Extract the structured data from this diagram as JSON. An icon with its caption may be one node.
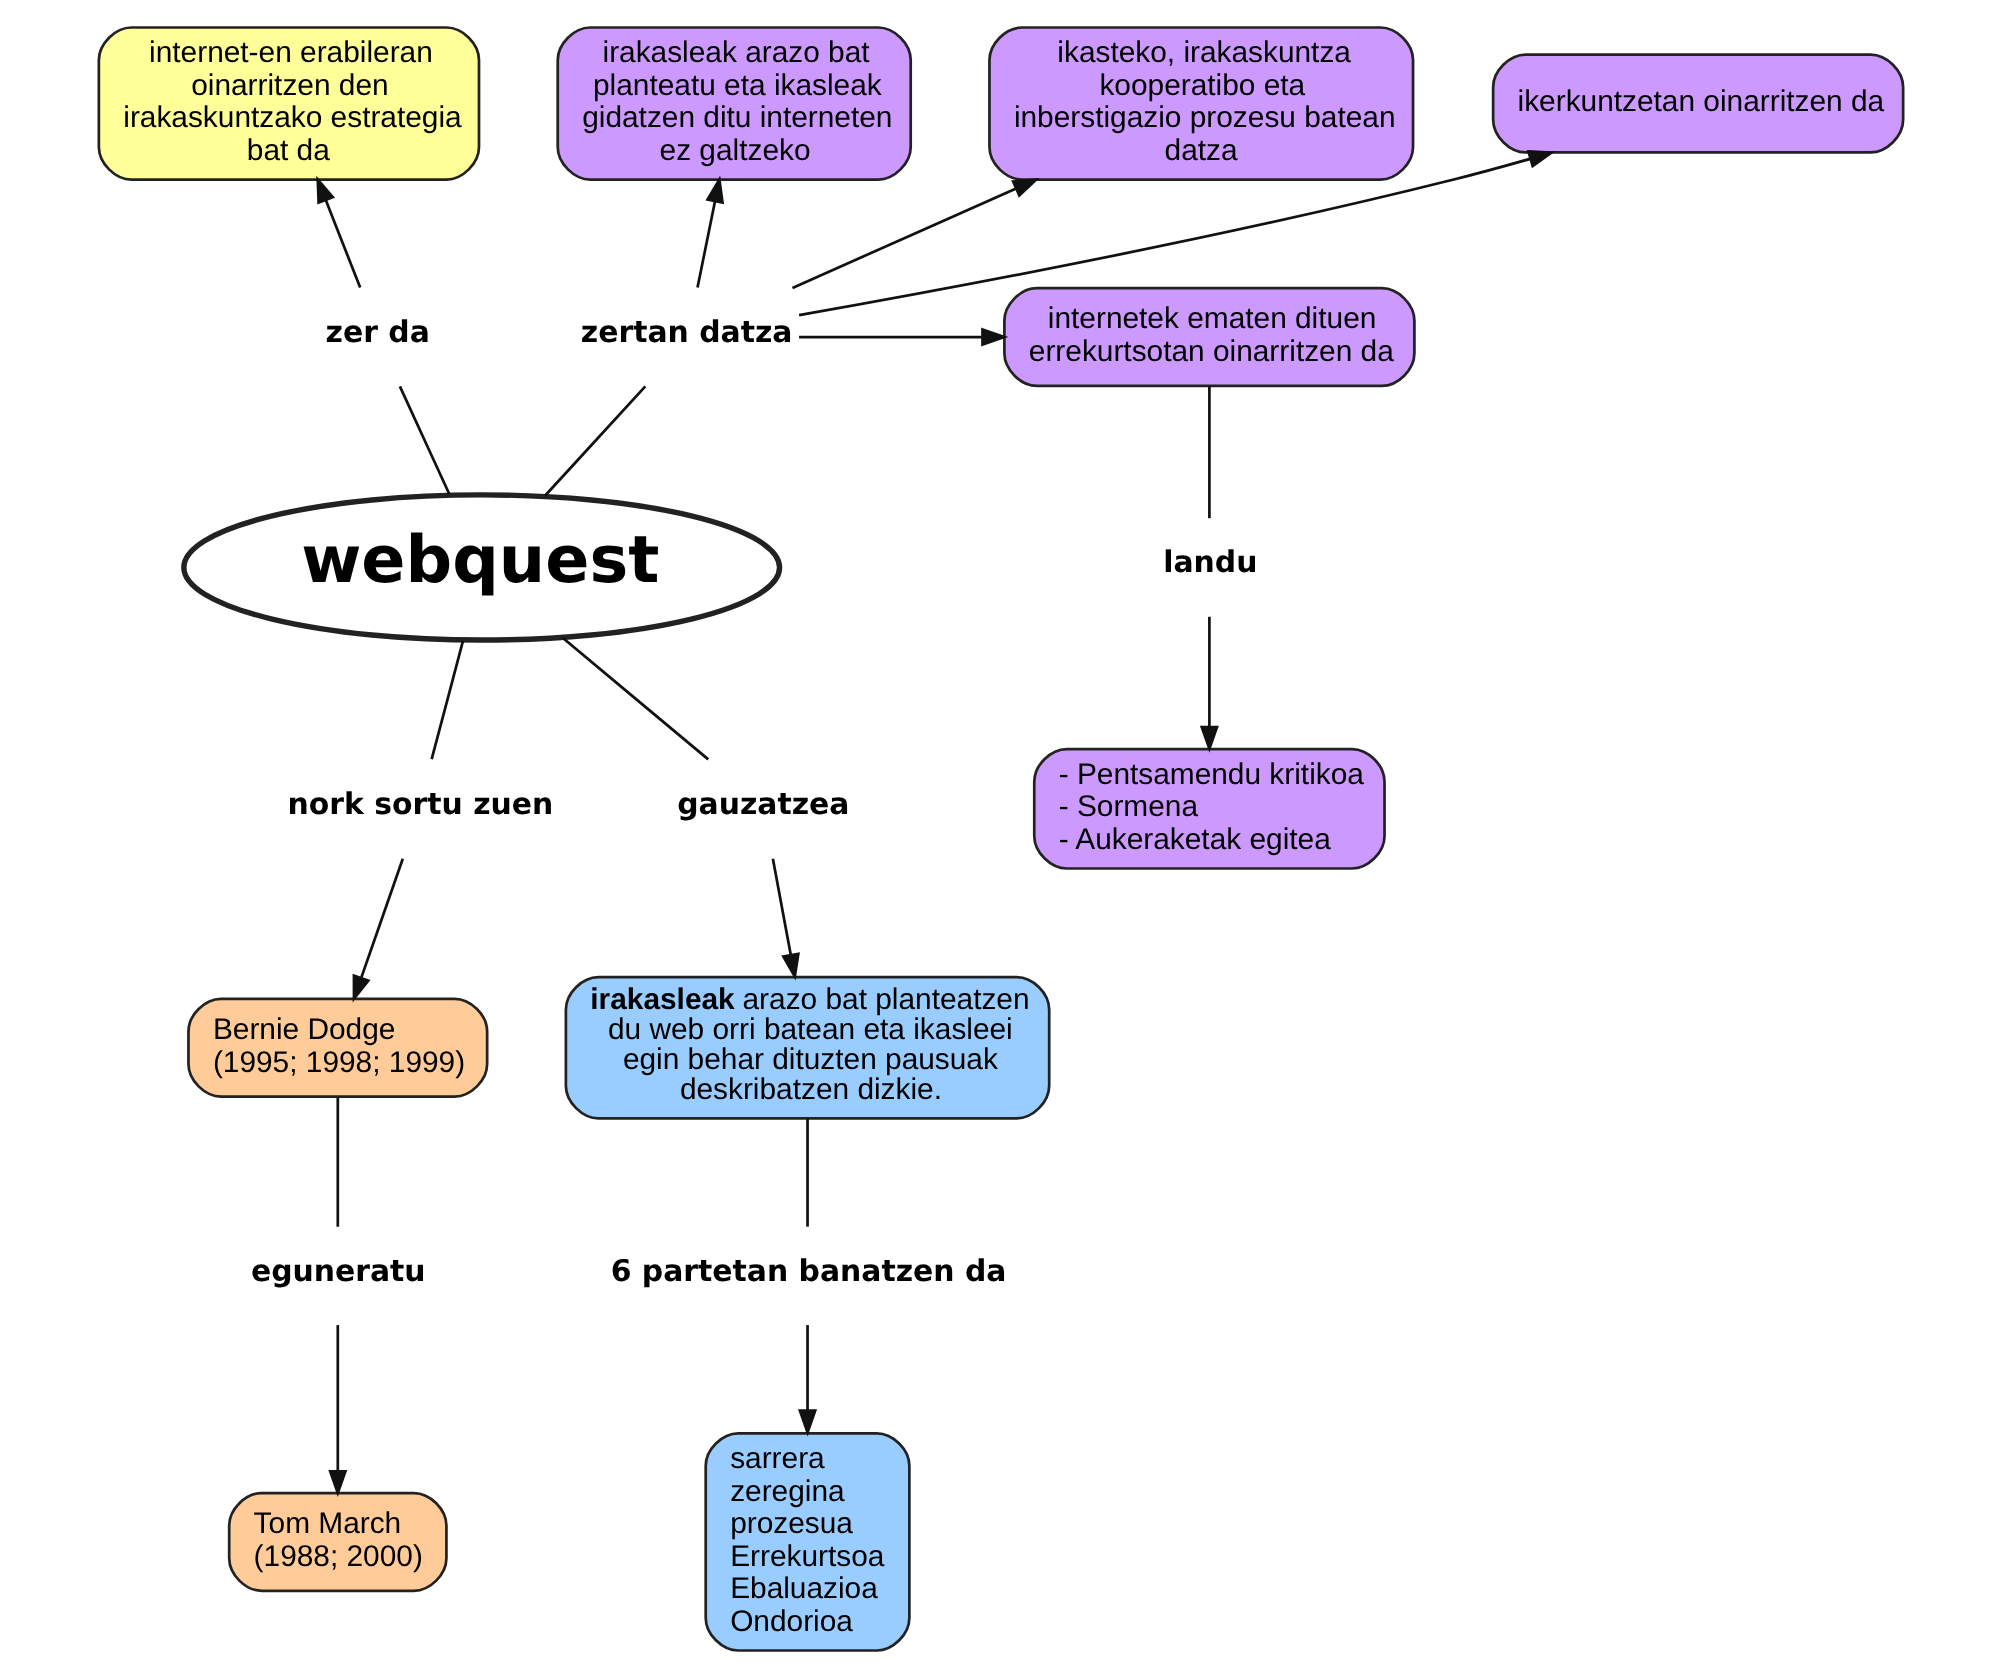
{
  "diagram": {
    "nodes": [
      {
        "text": [
          "internet-en erabileran oinarritzen den irakaskuntzako estrategia bat da"
        ]
      },
      {
        "text": [
          "irakasleak arazo bat planteatu eta ikasleak gidatzen ditu interneten ez galtzeko"
        ]
      },
      {
        "text": [
          "ikasteko, irakaskuntza kooperatibo eta inberstigazio prozesu batean datza"
        ]
      },
      {
        "text": [
          "ikerkuntzetan oinarritzen da"
        ]
      },
      {
        "text": [
          "zer da"
        ]
      },
      {
        "text": [
          "zertan datza"
        ]
      },
      {
        "text": [
          "internetek ematen dituen errekurtsotan oinarritzen da"
        ]
      },
      {
        "text": [
          "landu"
        ]
      },
      {
        "text": [
          "webquest"
        ]
      },
      {
        "text": [
          "nork sortu zuen"
        ]
      },
      {
        "text": [
          "Bernie Dodge",
          "(1995; 1998; 1999)"
        ]
      },
      {
        "text": [
          "- Pentsamendu kritikoa",
          "- Sormena",
          "- Aukeraketak egitea"
        ]
      },
      {
        "text": [
          "eguneratu"
        ]
      },
      {
        "text": [
          "gauzatzea"
        ]
      },
      {
        "text": [
          "Tom March",
          "(1988; 2000)"
        ]
      },
      {
        "text": [
          "**irakasleak** arazo bat planteatzen du web orri batean eta ikasleei egin behar dituzten pausuak deskribatzen dizkie."
        ]
      },
      {
        "text": [
          "6 partetan banatzen da"
        ]
      },
      {
        "text": [
          "sarrera",
          "zeregina",
          "prozesua",
          "Errekurtsoa",
          "Ebaluazioa",
          "Ondorioa"
        ]
      }
    ],
    "edges": [
      {
        "from": 8,
        "to": 4,
        "arrow": "none"
      },
      {
        "from": 4,
        "to": 0,
        "arrow": "to"
      },
      {
        "from": 8,
        "to": 5,
        "arrow": "none"
      },
      {
        "from": 5,
        "to": 1,
        "arrow": "to"
      },
      {
        "from": 5,
        "to": 2,
        "arrow": "to"
      },
      {
        "from": 5,
        "to": 3,
        "arrow": "to"
      },
      {
        "from": 5,
        "to": 6,
        "arrow": "to"
      },
      {
        "from": 6,
        "to": 7,
        "arrow": "none"
      },
      {
        "from": 7,
        "to": 11,
        "arrow": "to"
      },
      {
        "from": 8,
        "to": 9,
        "arrow": "none"
      },
      {
        "from": 9,
        "to": 10,
        "arrow": "to"
      },
      {
        "from": 10,
        "to": 12,
        "arrow": "none"
      },
      {
        "from": 12,
        "to": 14,
        "arrow": "to"
      },
      {
        "from": 8,
        "to": 13,
        "arrow": "none"
      },
      {
        "from": 13,
        "to": 15,
        "arrow": "to"
      },
      {
        "from": 15,
        "to": 16,
        "arrow": "none"
      },
      {
        "from": 16,
        "to": 17,
        "arrow": "to"
      }
    ]
  }
}
